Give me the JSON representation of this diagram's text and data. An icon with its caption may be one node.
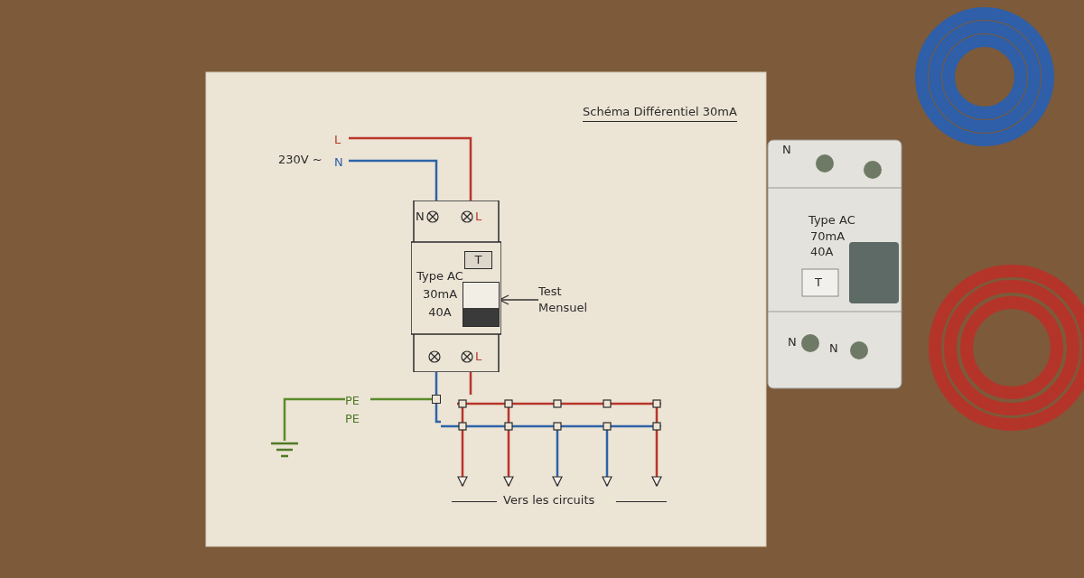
{
  "diagram": {
    "title": "Schéma Différentiel 30mA",
    "nodes": [
      {
        "text": [
          "L"
        ]
      },
      {
        "text": [
          "N"
        ],
        "beside": [
          "230V ~"
        ]
      },
      {
        "text": [
          "Type AC 30mA 40A"
        ]
      },
      {
        "text": [
          "N"
        ],
        "in": 2
      },
      {
        "text": [
          "L"
        ],
        "in": 2
      },
      {
        "text": [
          "T"
        ],
        "in": 2
      },
      {
        "text": [],
        "shape": "box",
        "in": 2
      },
      {
        "text": [],
        "shape": "circle",
        "in": 2
      },
      {
        "text": [
          "L"
        ],
        "in": 2
      },
      {
        "text": [
          "Test Mensuel"
        ]
      },
      {
        "text": [],
        "shape": "picture"
      },
      {
        "text": [
          "PE"
        ]
      },
      {
        "text": [],
        "shape": "box"
      },
      {
        "text": [],
        "shape": "bar"
      },
      {
        "text": [],
        "shape": "bar"
      },
      {
        "text": [
          "Vers les circuits"
        ]
      }
    ],
    "edges": [
      {
        "from": 0,
        "to": 4,
        "arrow": "none",
        "color": "#b8352b"
      },
      {
        "from": 1,
        "to": 3,
        "arrow": "none",
        "color": "#2e63a8"
      },
      {
        "from": 9,
        "to": 6,
        "arrow": "to",
        "color": "#333333"
      },
      {
        "from": 10,
        "to": 11,
        "arrow": "none",
        "color": "#5b8a2c"
      },
      {
        "from": 11,
        "to": 12,
        "arrow": "none",
        "color": "#5b8a2c"
      },
      {
        "from": 7,
        "to": 12,
        "arrow": "none",
        "color": "#2e63a8"
      },
      {
        "from": 12,
        "to": 14,
        "arrow": "none",
        "color": "#2e63a8"
      },
      {
        "from": 8,
        "to": 13,
        "arrow": "none",
        "color": "#b8352b"
      },
      {
        "from": 13,
        "to": 15,
        "arrow": "to",
        "color": "#b8352b"
      },
      {
        "from": 13,
        "to": 15,
        "arrow": "to",
        "color": "#b8352b"
      },
      {
        "from": 14,
        "to": 15,
        "arrow": "to",
        "color": "#2e63a8"
      },
      {
        "from": 14,
        "to": 15,
        "arrow": "to",
        "color": "#2e63a8"
      },
      {
        "from": 13,
        "to": 15,
        "arrow": "to",
        "color": "#b8352b"
      }
    ],
    "labels": [
      "PE",
      "N",
      "Type AC",
      "70mA",
      "40A",
      "T",
      "N",
      "N"
    ]
  }
}
